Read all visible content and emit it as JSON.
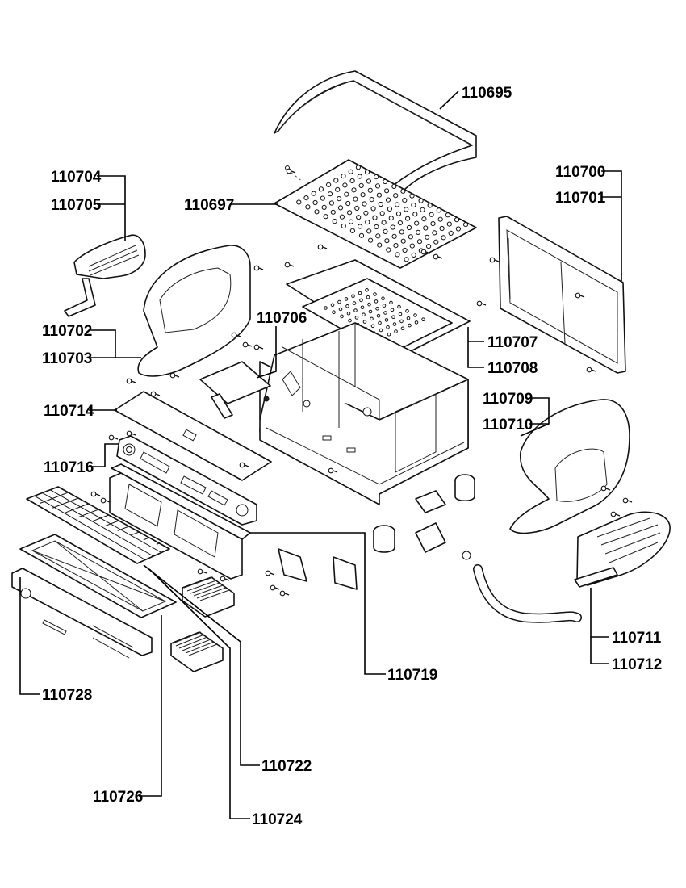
{
  "labels": {
    "l110695": "110695",
    "l110697": "110697",
    "l110700": "110700",
    "l110701": "110701",
    "l110702": "110702",
    "l110703": "110703",
    "l110704": "110704",
    "l110705": "110705",
    "l110706": "110706",
    "l110707": "110707",
    "l110708": "110708",
    "l110709": "110709",
    "l110710": "110710",
    "l110711": "110711",
    "l110712": "110712",
    "l110714": "110714",
    "l110716": "110716",
    "l110719": "110719",
    "l110722": "110722",
    "l110724": "110724",
    "l110726": "110726",
    "l110728": "110728"
  }
}
